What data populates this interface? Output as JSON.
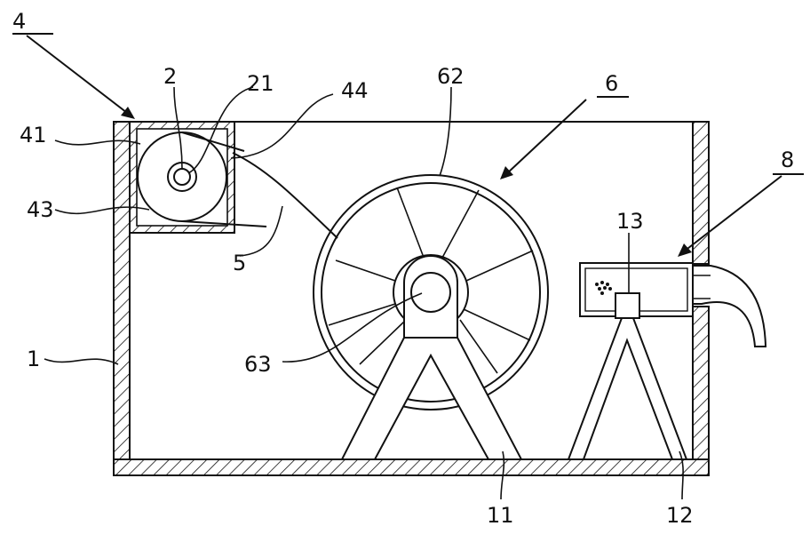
{
  "labels": {
    "n1": "1",
    "n2": "2",
    "n4": "4",
    "n5": "5",
    "n6": "6",
    "n8": "8",
    "n11": "11",
    "n12": "12",
    "n13": "13",
    "n21": "21",
    "n41": "41",
    "n43": "43",
    "n44": "44",
    "n62": "62",
    "n63": "63"
  }
}
